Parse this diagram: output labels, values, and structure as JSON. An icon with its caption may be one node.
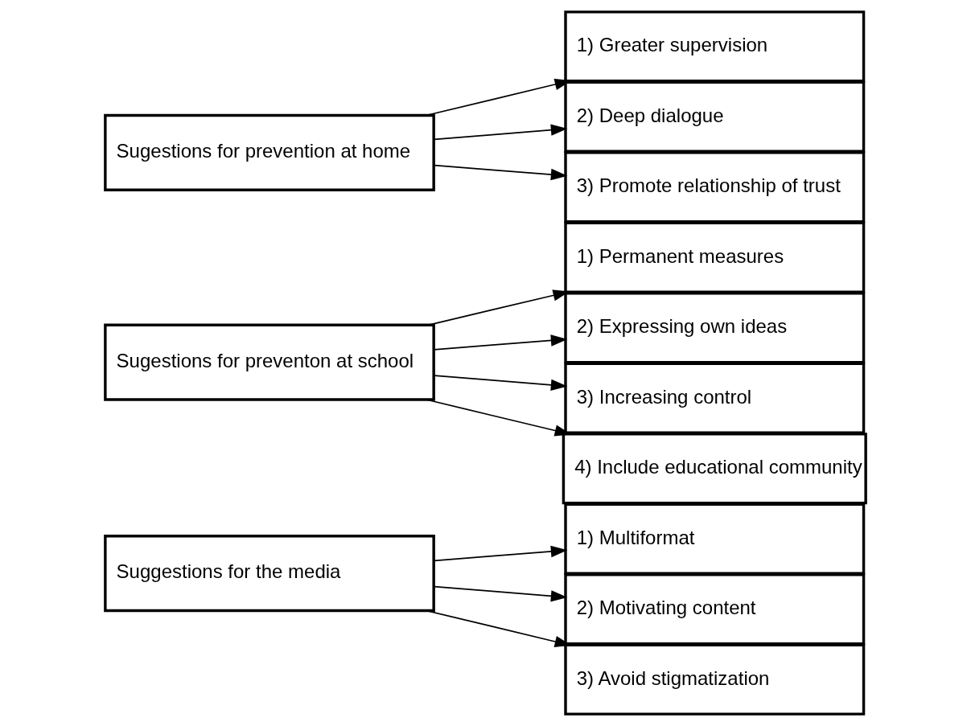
{
  "diagram": {
    "nodes": [
      {
        "text": [
          "Sugestions for prevention at home"
        ]
      },
      {
        "text": [
          "1) Greater supervision"
        ]
      },
      {
        "text": [
          "2) Deep dialogue"
        ]
      },
      {
        "text": [
          "3) Promote relationship of trust"
        ]
      },
      {
        "text": [
          "Sugestions for preventon at school"
        ]
      },
      {
        "text": [
          "1) Permanent measures"
        ]
      },
      {
        "text": [
          "2) Expressing own ideas"
        ]
      },
      {
        "text": [
          "3) Increasing control"
        ]
      },
      {
        "text": [
          "4) Include educational community"
        ]
      },
      {
        "text": [
          "Suggestions for the media"
        ]
      },
      {
        "text": [
          "1) Multiformat"
        ]
      },
      {
        "text": [
          "2) Motivating content"
        ]
      },
      {
        "text": [
          "3) Avoid stigmatization"
        ]
      }
    ],
    "edges": [
      {
        "from": 0,
        "to": 1,
        "arrow": "to"
      },
      {
        "from": 0,
        "to": 2,
        "arrow": "to"
      },
      {
        "from": 0,
        "to": 3,
        "arrow": "to"
      },
      {
        "from": 4,
        "to": 5,
        "arrow": "to"
      },
      {
        "from": 4,
        "to": 6,
        "arrow": "to"
      },
      {
        "from": 4,
        "to": 7,
        "arrow": "to"
      },
      {
        "from": 4,
        "to": 8,
        "arrow": "to"
      },
      {
        "from": 9,
        "to": 10,
        "arrow": "to"
      },
      {
        "from": 9,
        "to": 11,
        "arrow": "to"
      },
      {
        "from": 9,
        "to": 12,
        "arrow": "to"
      }
    ]
  }
}
